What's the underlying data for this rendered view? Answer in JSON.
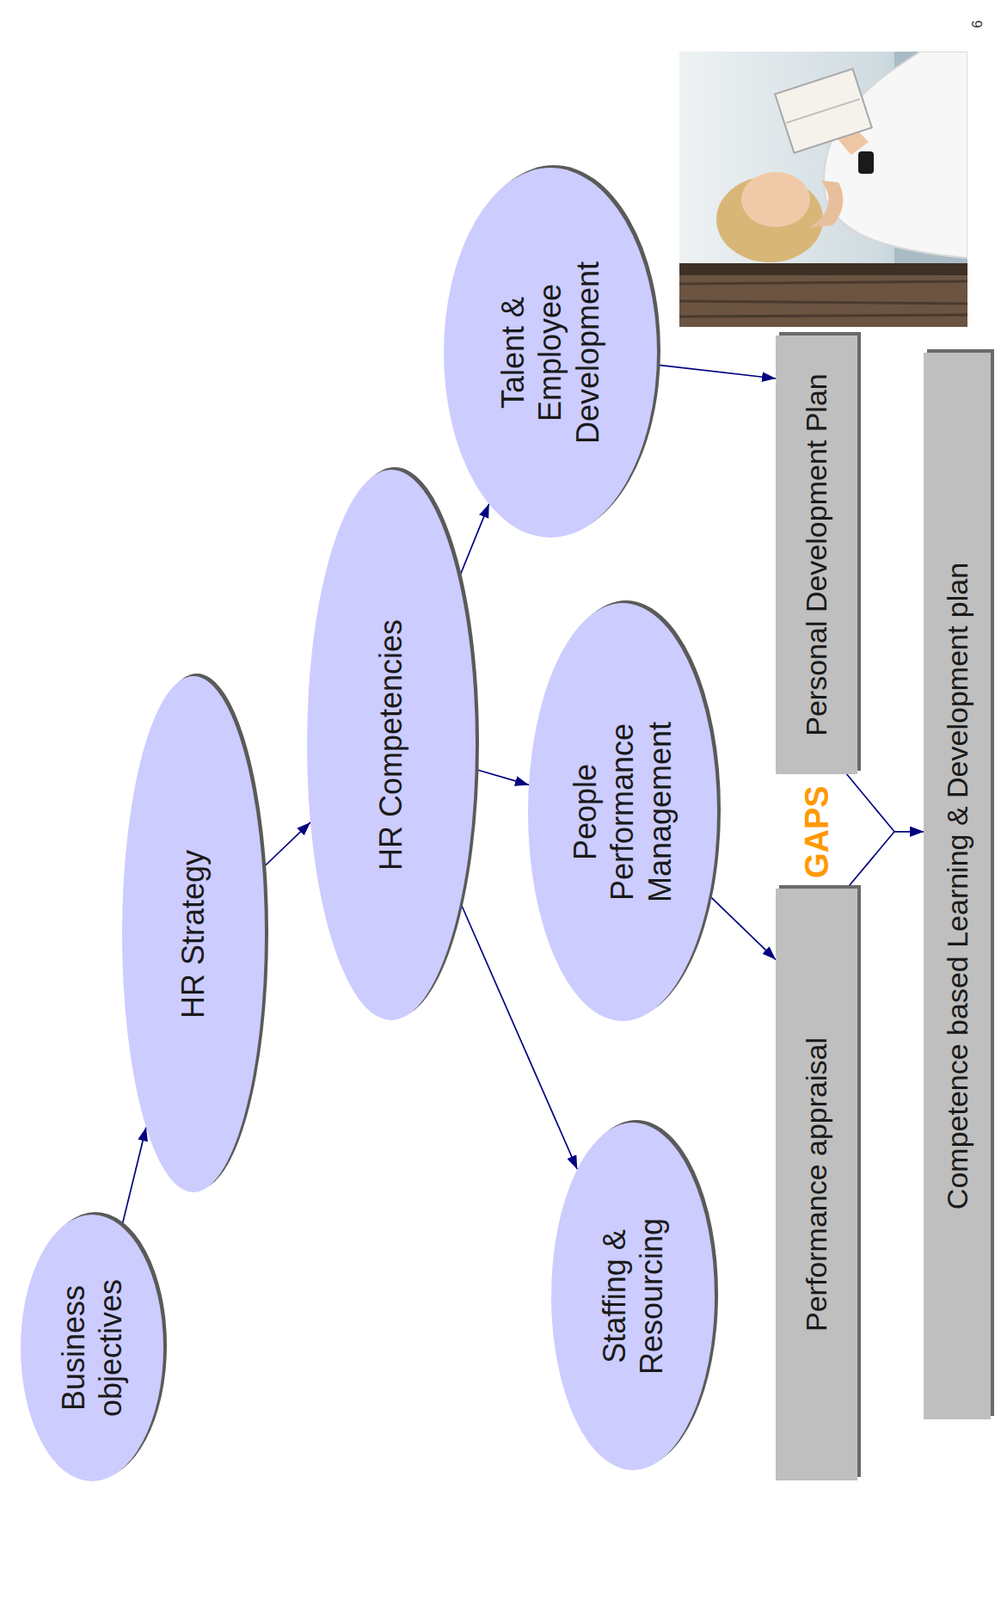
{
  "diagram": {
    "nodes": [
      {
        "text": [
          "Business objectives"
        ]
      },
      {
        "text": [
          "HR Strategy"
        ]
      },
      {
        "text": [
          "HR Competencies"
        ]
      },
      {
        "text": [
          "Staffing & Resourcing"
        ]
      },
      {
        "text": [
          "People Performance Management"
        ]
      },
      {
        "text": [
          "Talent & Employee Development"
        ]
      },
      {
        "text": [
          "Performance appraisal"
        ]
      },
      {
        "text": [
          "Personal Development Plan"
        ]
      },
      {
        "text": [
          "Competence based Learning & Development plan"
        ]
      }
    ],
    "edges": [
      {
        "from": 0,
        "to": 1,
        "arrow": "to"
      },
      {
        "from": 1,
        "to": 2,
        "arrow": "to"
      },
      {
        "from": 2,
        "to": 3,
        "arrow": "to"
      },
      {
        "from": 2,
        "to": 4,
        "arrow": "to"
      },
      {
        "from": 2,
        "to": 5,
        "arrow": "to"
      },
      {
        "from": 4,
        "to": 6,
        "arrow": "to"
      },
      {
        "from": 5,
        "to": 7,
        "arrow": "to"
      },
      {
        "from": 6,
        "to": 8,
        "arrow": "to"
      },
      {
        "from": 7,
        "to": 8,
        "arrow": "to"
      }
    ],
    "labels": [
      "GAPS",
      "6"
    ]
  }
}
